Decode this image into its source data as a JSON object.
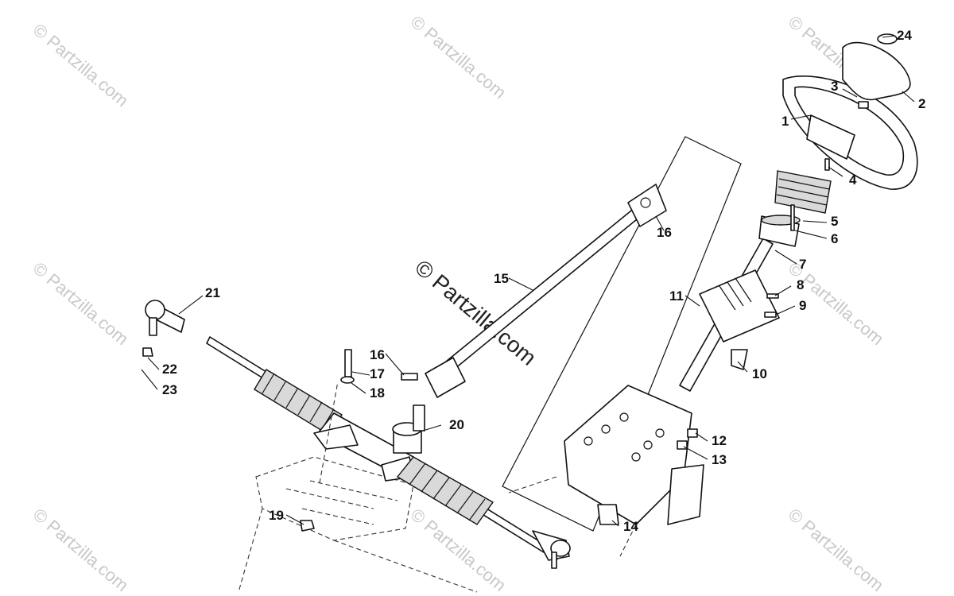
{
  "watermark": {
    "text": "© Partzilla.com",
    "center_text": "© Partzilla.com"
  },
  "callouts": [
    {
      "id": "c1",
      "label": "1"
    },
    {
      "id": "c2",
      "label": "2"
    },
    {
      "id": "c3",
      "label": "3"
    },
    {
      "id": "c4",
      "label": "4"
    },
    {
      "id": "c5",
      "label": "5"
    },
    {
      "id": "c6",
      "label": "6"
    },
    {
      "id": "c7",
      "label": "7"
    },
    {
      "id": "c8",
      "label": "8"
    },
    {
      "id": "c9",
      "label": "9"
    },
    {
      "id": "c10",
      "label": "10"
    },
    {
      "id": "c11",
      "label": "11"
    },
    {
      "id": "c12",
      "label": "12"
    },
    {
      "id": "c13",
      "label": "13"
    },
    {
      "id": "c14",
      "label": "14"
    },
    {
      "id": "c15",
      "label": "15"
    },
    {
      "id": "c16a",
      "label": "16"
    },
    {
      "id": "c16b",
      "label": "16"
    },
    {
      "id": "c17",
      "label": "17"
    },
    {
      "id": "c18",
      "label": "18"
    },
    {
      "id": "c19",
      "label": "19"
    },
    {
      "id": "c20",
      "label": "20"
    },
    {
      "id": "c21",
      "label": "21"
    },
    {
      "id": "c22",
      "label": "22"
    },
    {
      "id": "c23",
      "label": "23"
    },
    {
      "id": "c24",
      "label": "24"
    }
  ]
}
